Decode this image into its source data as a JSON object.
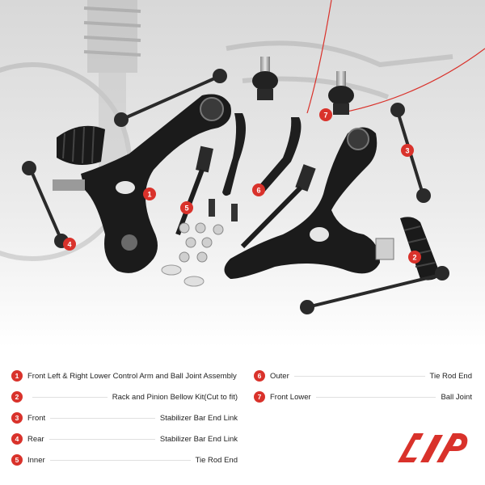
{
  "legend": {
    "items": [
      {
        "num": "1",
        "left": "Front Left & Right Lower  Control Arm and Ball Joint Assembly",
        "right": ""
      },
      {
        "num": "2",
        "left": "",
        "right": "Rack and Pinion Bellow Kit(Cut to fit)"
      },
      {
        "num": "3",
        "left": "Front",
        "right": "Stabilizer Bar End Link"
      },
      {
        "num": "4",
        "left": "Rear",
        "right": "Stabilizer Bar End Link"
      },
      {
        "num": "5",
        "left": "Inner",
        "right": "Tie Rod End"
      },
      {
        "num": "6",
        "left": "Outer",
        "right": "Tie Rod End"
      },
      {
        "num": "7",
        "left": "Front Lower",
        "right": "Ball Joint"
      }
    ]
  },
  "callouts": [
    "1",
    "2",
    "3",
    "4",
    "5",
    "6",
    "7"
  ],
  "colors": {
    "accent": "#d9322b",
    "part": "#1b1b1b"
  },
  "logo": {
    "name": "a-premium-logo-icon"
  }
}
